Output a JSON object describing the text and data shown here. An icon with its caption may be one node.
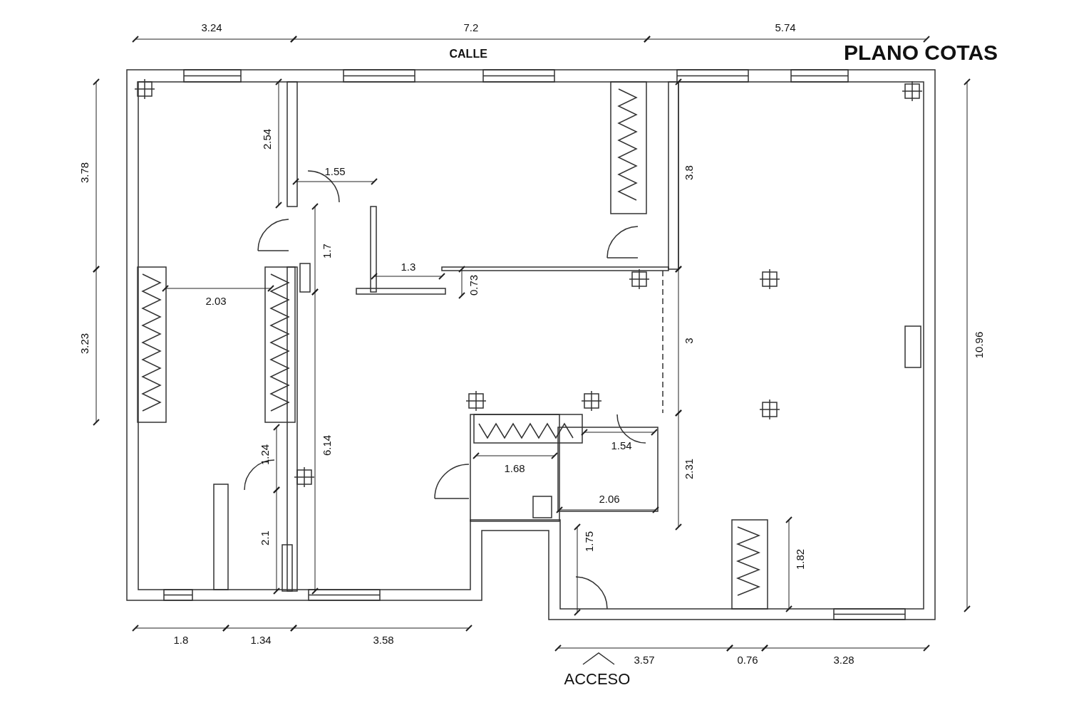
{
  "diagram": {
    "title": "PLANO COTAS",
    "labels": [
      "3.24",
      "7.2",
      "5.74",
      "CALLE",
      "3.78",
      "2.54",
      "1.55",
      "3.8",
      "1.7",
      "1.3",
      "0.73",
      "2.03",
      "3.23",
      "3",
      "10.96",
      "6.14",
      "1.54",
      "1.24",
      "1.68",
      "2.31",
      "2.06",
      "2.1",
      "1.75",
      "1.82",
      "1.8",
      "1.34",
      "3.58",
      "3.57",
      "0.76",
      "3.28",
      "ACCESO"
    ]
  }
}
